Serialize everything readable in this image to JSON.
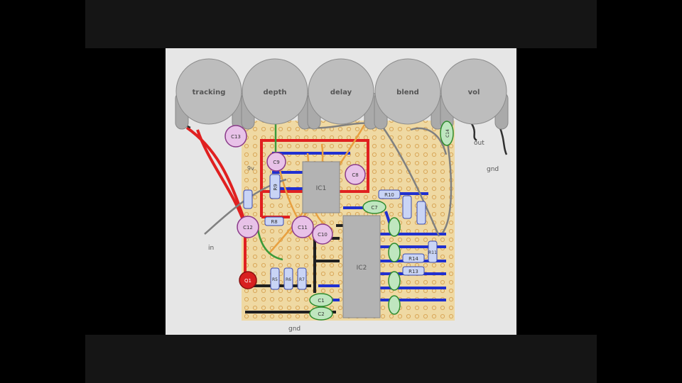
{
  "pots": [
    {
      "label": "tracking"
    },
    {
      "label": "depth"
    },
    {
      "label": "delay"
    },
    {
      "label": "blend"
    },
    {
      "label": "vol"
    }
  ],
  "ics": [
    {
      "label": "IC1"
    },
    {
      "label": "IC2"
    }
  ],
  "electrolytic_caps": [
    {
      "label": "C13"
    },
    {
      "label": "C9"
    },
    {
      "label": "C8"
    },
    {
      "label": "C12"
    },
    {
      "label": "C11"
    },
    {
      "label": "C10"
    }
  ],
  "film_caps": [
    {
      "label": "C14"
    },
    {
      "label": "C7"
    },
    {
      "label": "C1"
    },
    {
      "label": "C2"
    }
  ],
  "resistors": [
    {
      "label": "R9"
    },
    {
      "label": "R10"
    },
    {
      "label": "R8"
    },
    {
      "label": "R5"
    },
    {
      "label": "R6"
    },
    {
      "label": "R7"
    },
    {
      "label": "R14"
    },
    {
      "label": "R13"
    },
    {
      "label": "R11"
    }
  ],
  "led": {
    "label": "Q1"
  },
  "wire_labels": {
    "in": "in",
    "out": "out",
    "gnd_right": "gnd",
    "gnd_bottom": "gnd",
    "supply": "9v"
  },
  "colors": {
    "background": "#e6e6e6",
    "stripboard": "#efd9a3",
    "pot": "#bdbdbd",
    "ic": "#b3b3b3",
    "electrolytic": "#e8c2e8",
    "film": "#bfe6bf",
    "red_wire": "#e02020",
    "blue_trace": "#2030d0",
    "orange_wire": "#e8a040",
    "green_wire": "#3a9a3a",
    "gray_wire": "#808080",
    "black_wire": "#202020"
  }
}
